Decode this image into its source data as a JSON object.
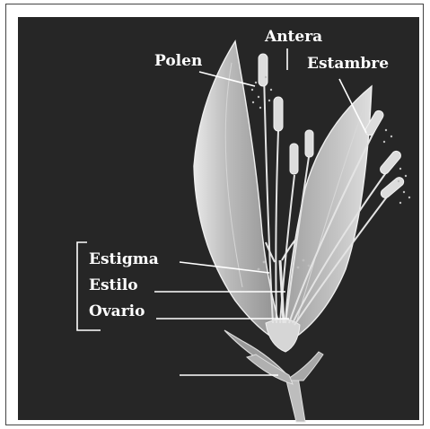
{
  "labels": {
    "antera": "Antera",
    "polen": "Polen",
    "estambre": "Estambre",
    "estigma": "Estigma",
    "estilo": "Estilo",
    "ovario": "Ovario"
  },
  "colors": {
    "background": "#262626",
    "frame": "#444444",
    "label": "#ffffff",
    "petal": "#b9b9b9",
    "petal_edge": "#e6e6e6"
  }
}
